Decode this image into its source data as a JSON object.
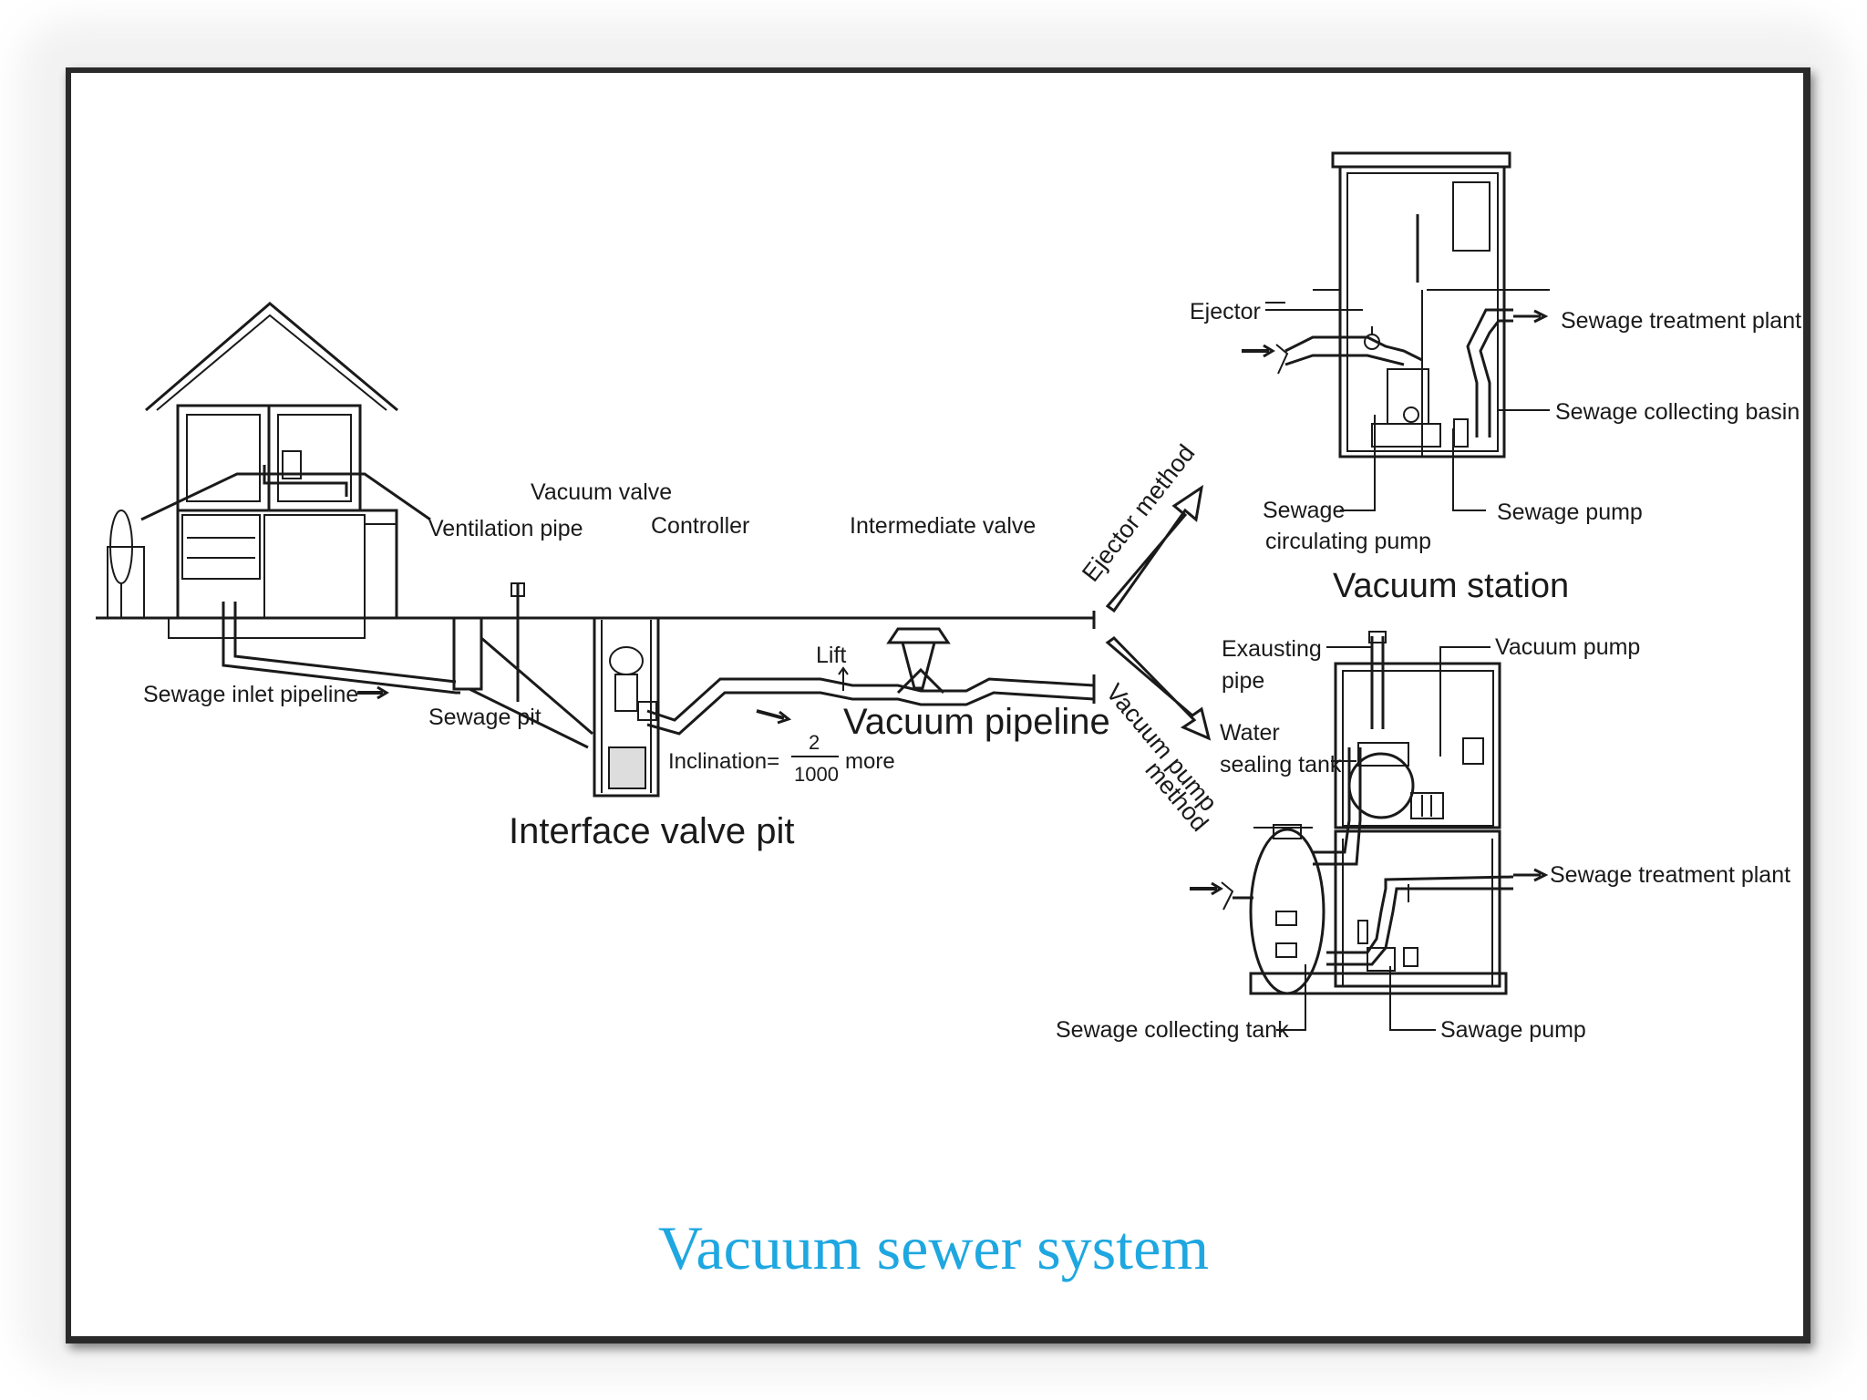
{
  "caption": "Vacuum sewer system",
  "colors": {
    "caption": "#1ea7e0",
    "line": "#1a1a1a",
    "frame": "#2a2a2a"
  },
  "labels": {
    "sewage_inlet_pipeline": "Sewage inlet pipeline",
    "sewage_pit": "Sewage pit",
    "ventilation_pipe": "Ventilation pipe",
    "vacuum_valve": "Vacuum valve",
    "controller": "Controller",
    "intermediate_valve": "Intermediate valve",
    "lift": "Lift",
    "vacuum_pipeline": "Vacuum pipeline",
    "inclination": "Inclination=",
    "inclination_num": "2",
    "inclination_den": "1000",
    "inclination_more": "more",
    "interface_valve_pit": "Interface valve pit",
    "ejector_method": "Ejector method",
    "vacuum_pump_method_1": "Vacuum pump",
    "vacuum_pump_method_2": "method",
    "ejector": "Ejector",
    "sewage_treatment_plant_top": "Sewage treatment plant",
    "sewage_collecting_basin": "Sewage collecting basin",
    "sewage_pump_top": "Sewage pump",
    "sewage_circulating_pump_1": "Sewage",
    "sewage_circulating_pump_2": "circulating pump",
    "vacuum_station": "Vacuum station",
    "exhausting_pipe_1": "Exausting",
    "exhausting_pipe_2": "pipe",
    "vacuum_pump": "Vacuum pump",
    "water_sealing_tank_1": "Water",
    "water_sealing_tank_2": "sealing tank",
    "sewage_treatment_plant_bottom": "Sewage treatment plant",
    "sewage_collecting_tank": "Sewage collecting tank",
    "sawage_pump": "Sawage pump"
  }
}
